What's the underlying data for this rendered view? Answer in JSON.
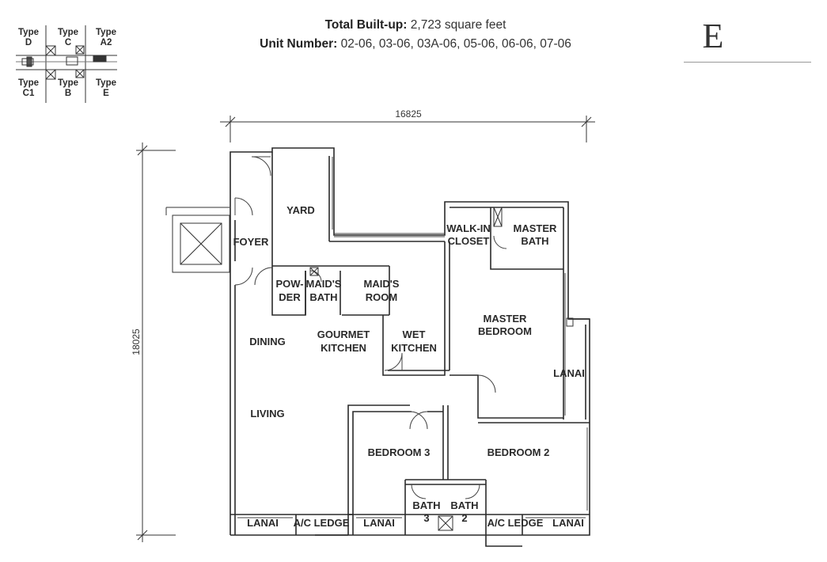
{
  "header": {
    "built_up_label": "Total Built-up:",
    "built_up_value": "2,723 square feet",
    "unit_label": "Unit Number:",
    "unit_value": "02-06, 03-06, 03A-06, 05-06, 06-06, 07-06"
  },
  "type_letter": "E",
  "key_plan": {
    "labels": [
      {
        "line1": "Type",
        "line2": "D"
      },
      {
        "line1": "Type",
        "line2": "C"
      },
      {
        "line1": "Type",
        "line2": "A2"
      },
      {
        "line1": "Type",
        "line2": "C1"
      },
      {
        "line1": "Type",
        "line2": "B"
      },
      {
        "line1": "Type",
        "line2": "E"
      }
    ]
  },
  "dimensions": {
    "width": "16825",
    "height": "18025"
  },
  "rooms": {
    "yard": "YARD",
    "foyer": "FOYER",
    "walk_in_1": "WALK-IN",
    "walk_in_2": "CLOSET",
    "master_bath_1": "MASTER",
    "master_bath_2": "BATH",
    "powder_1": "POW-",
    "powder_2": "DER",
    "maids_bath_1": "MAID'S",
    "maids_bath_2": "BATH",
    "maids_room_1": "MAID'S",
    "maids_room_2": "ROOM",
    "master_bed_1": "MASTER",
    "master_bed_2": "BEDROOM",
    "dining": "DINING",
    "gourmet_1": "GOURMET",
    "gourmet_2": "KITCHEN",
    "wet_1": "WET",
    "wet_2": "KITCHEN",
    "lanai_right": "LANAI",
    "living": "LIVING",
    "bedroom3": "BEDROOM 3",
    "bedroom2": "BEDROOM 2",
    "bath3_1": "BATH",
    "bath3_2": "3",
    "bath2_1": "BATH",
    "bath2_2": "2",
    "lanai_1": "LANAI",
    "ac_ledge_1": "A/C LEDGE",
    "lanai_2": "LANAI",
    "ac_ledge_2": "A/C LEDGE",
    "lanai_3": "LANAI"
  }
}
